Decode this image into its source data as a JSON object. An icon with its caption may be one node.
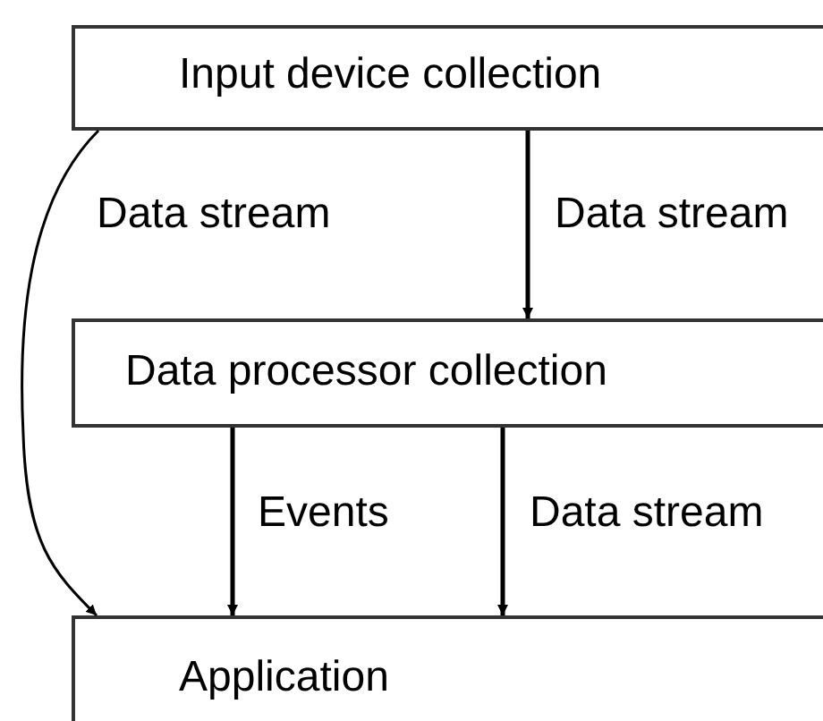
{
  "diagram": {
    "nodes": [
      {
        "text": [
          "Input device collection"
        ]
      },
      {
        "text": [
          "Data processor collection"
        ]
      },
      {
        "text": [
          "Application"
        ]
      }
    ],
    "edges": [
      {
        "from": 0,
        "to": 1,
        "arrow": "to",
        "label": "Data stream"
      },
      {
        "from": 0,
        "to": 2,
        "arrow": "to",
        "label": "Data stream"
      },
      {
        "from": 1,
        "to": 2,
        "arrow": "to",
        "label": "Events"
      },
      {
        "from": 1,
        "to": 2,
        "arrow": "to",
        "label": "Data stream"
      }
    ]
  }
}
